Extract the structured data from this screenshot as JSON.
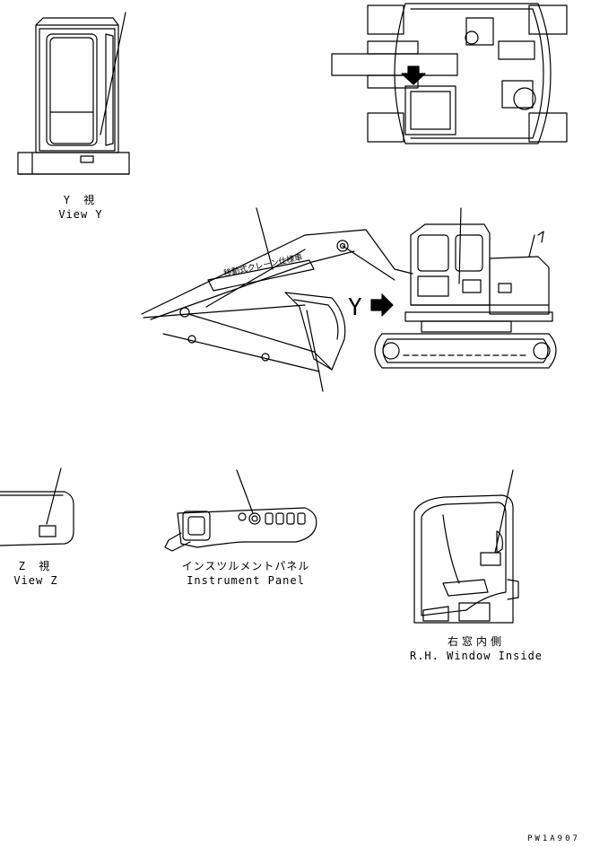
{
  "views": {
    "view_y": {
      "jp": "Y 視",
      "en": "View Y"
    },
    "view_z": {
      "jp": "Z 視",
      "en": "View Z"
    },
    "instrument_panel": {
      "jp": "インスツルメントパネル",
      "en": "Instrument Panel"
    },
    "rh_window": {
      "jp": "右窓内側",
      "en": "R.H. Window Inside"
    }
  },
  "main": {
    "arrow_label": "Y",
    "boom_decal_text": "移動式クレーン仕様車"
  },
  "drawing_code": "PW1A907"
}
